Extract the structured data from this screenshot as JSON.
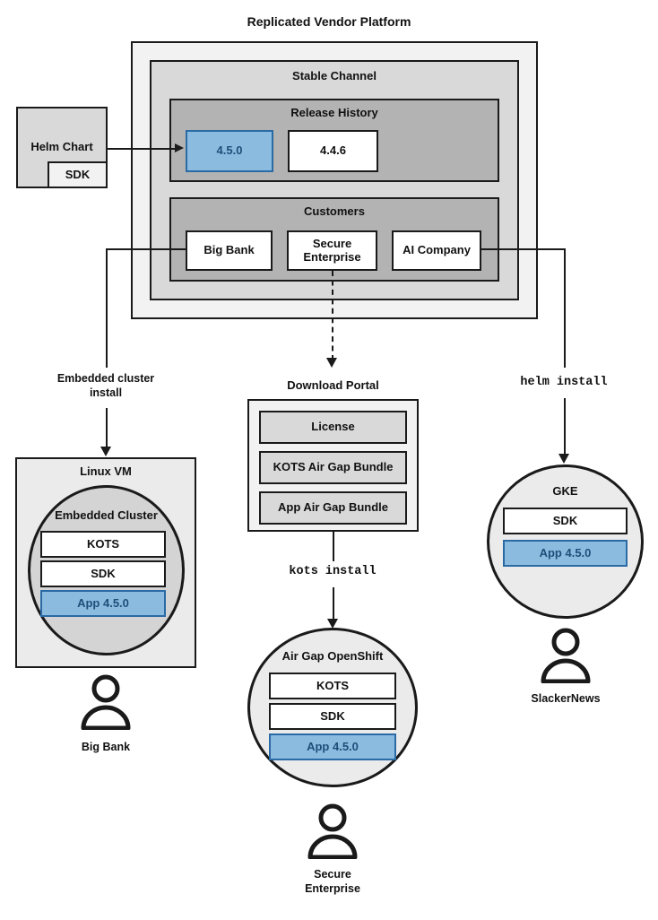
{
  "diagram": {
    "title": "Replicated Vendor Platform",
    "type": "architecture-flow"
  },
  "source": {
    "helm_chart": {
      "label": "Helm Chart",
      "nested_label": "SDK"
    }
  },
  "platform": {
    "channel_label": "Stable Channel",
    "release_history": {
      "label": "Release History",
      "releases": [
        {
          "version": "4.5.0",
          "highlighted": true
        },
        {
          "version": "4.4.6",
          "highlighted": false
        }
      ]
    },
    "customers": {
      "label": "Customers",
      "items": [
        {
          "name": "Big Bank"
        },
        {
          "name": "Secure\nEnterprise",
          "line1": "Secure",
          "line2": "Enterprise"
        },
        {
          "name": "AI Company"
        }
      ]
    }
  },
  "edges": {
    "embedded_install": {
      "line1": "Embedded cluster",
      "line2": "install"
    },
    "helm_install": {
      "label": "helm install",
      "mono": true
    },
    "kots_install": {
      "label": "kots install",
      "mono": true
    }
  },
  "download_portal": {
    "title": "Download Portal",
    "items": [
      {
        "label": "License"
      },
      {
        "label": "KOTS Air Gap Bundle"
      },
      {
        "label": "App Air Gap Bundle"
      }
    ]
  },
  "targets": [
    {
      "id": "linux-vm",
      "container_label": "Linux VM",
      "inner_label": "Embedded Cluster",
      "components": [
        {
          "label": "KOTS",
          "highlighted": false
        },
        {
          "label": "SDK",
          "highlighted": false
        },
        {
          "label": "App 4.5.0",
          "highlighted": true
        }
      ],
      "customer": "Big Bank"
    },
    {
      "id": "airgap-openshift",
      "container_label": "Air Gap OpenShift",
      "components": [
        {
          "label": "KOTS",
          "highlighted": false
        },
        {
          "label": "SDK",
          "highlighted": false
        },
        {
          "label": "App 4.5.0",
          "highlighted": true
        }
      ],
      "customer_line1": "Secure",
      "customer_line2": "Enterprise"
    },
    {
      "id": "gke",
      "container_label": "GKE",
      "components": [
        {
          "label": "SDK",
          "highlighted": false
        },
        {
          "label": "App 4.5.0",
          "highlighted": true
        }
      ],
      "customer": "SlackerNews"
    }
  ],
  "colors": {
    "highlight_fill": "#8cbbe0",
    "highlight_border": "#2a6aa5",
    "highlight_text": "#1f4e79",
    "stroke": "#1a1a1a",
    "outer_panel": "#f2f2f2",
    "mid_panel": "#d9d9d9",
    "inner_panel": "#b3b3b3",
    "node_fill": "#ebebeb",
    "node_inner_fill": "#d4d4d4"
  }
}
